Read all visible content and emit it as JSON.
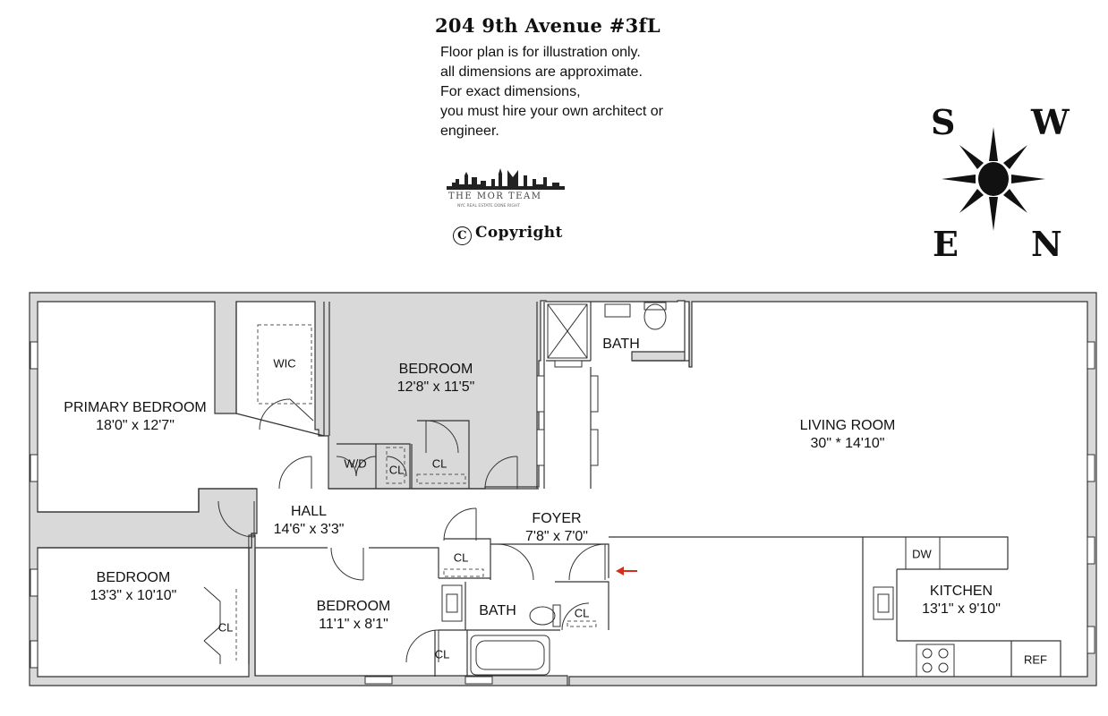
{
  "header": {
    "title": "204 9th Avenue #3fL",
    "disclaimer": [
      "Floor plan is for illustration only.",
      "all dimensions are approximate.",
      "For exact dimensions,",
      "you must hire your own architect or",
      "engineer."
    ],
    "logo_text": "THE MOR TEAM",
    "logo_tagline": "NYC REAL ESTATE DONE RIGHT",
    "copyright": "Copyright"
  },
  "compass": {
    "s": "S",
    "w": "W",
    "e": "E",
    "n": "N"
  },
  "rooms": {
    "primary_bedroom": {
      "name": "PRIMARY BEDROOM",
      "size": "18'0\" x 12'7\""
    },
    "wic": {
      "name": "WIC"
    },
    "bedroom_top": {
      "name": "BEDROOM",
      "size": "12'8\" x 11'5\""
    },
    "bath_top": {
      "name": "BATH"
    },
    "living_room": {
      "name": "LIVING ROOM",
      "size": "30\" * 14'10\""
    },
    "wd": {
      "name": "W/D"
    },
    "cl_a": {
      "name": "CL"
    },
    "cl_b": {
      "name": "CL"
    },
    "hall": {
      "name": "HALL",
      "size": "14'6\" x 3'3\""
    },
    "foyer": {
      "name": "FOYER",
      "size": "7'8\" x 7'0\""
    },
    "cl_c": {
      "name": "CL"
    },
    "bedroom_left": {
      "name": "BEDROOM",
      "size": "13'3\" x 10'10\""
    },
    "cl_d": {
      "name": "CL"
    },
    "bedroom_mid": {
      "name": "BEDROOM",
      "size": "11'1\" x 8'1\""
    },
    "cl_e": {
      "name": "CL"
    },
    "bath_bottom": {
      "name": "BATH"
    },
    "cl_f": {
      "name": "CL"
    },
    "dw": {
      "name": "DW"
    },
    "kitchen": {
      "name": "KITCHEN",
      "size": "13'1\" x 9'10\""
    },
    "ref": {
      "name": "REF"
    }
  },
  "colors": {
    "wall_fill": "#d9d9d9",
    "wall_stroke": "#333333",
    "entry_arrow": "#d32f1e"
  }
}
